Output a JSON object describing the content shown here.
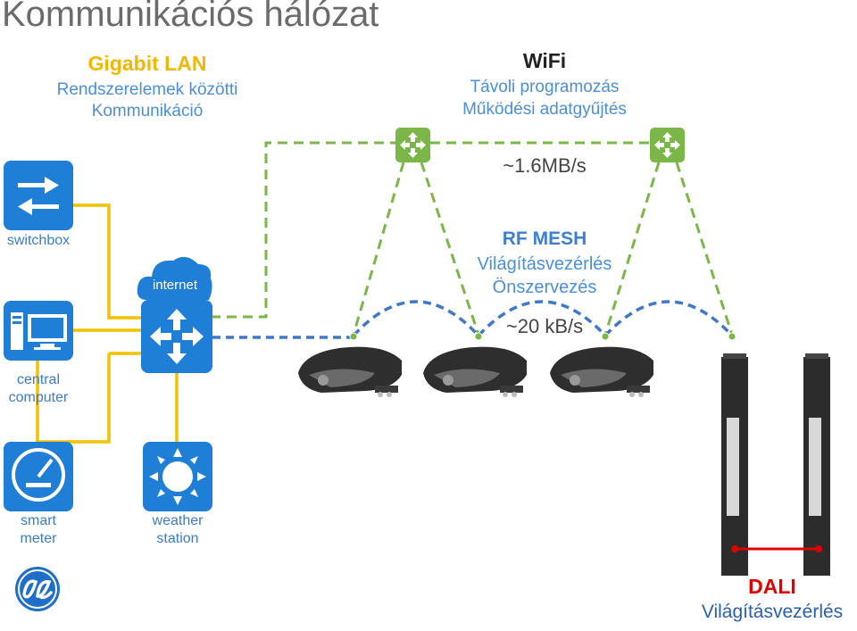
{
  "title": "Kommunikációs hálózat",
  "lan": {
    "title": "Gigabit LAN",
    "line1": "Rendszerelemek közötti",
    "line2": "Kommunikáció"
  },
  "wifi": {
    "title": "WiFi",
    "line1": "Távoli programozás",
    "line2": "Működési adatgyűjtés",
    "speed": "~1.6MB/s"
  },
  "rf_mesh": {
    "title": "RF MESH",
    "line1": "Világításvezérlés",
    "line2": "Önszervezés",
    "speed": "~20 kB/s"
  },
  "devices": {
    "switchbox": "switchbox",
    "central_computer_line1": "central",
    "central_computer_line2": "computer",
    "internet": "internet",
    "smart_meter_line1": "smart",
    "smart_meter_line2": "meter",
    "weather_station_line1": "weather",
    "weather_station_line2": "station"
  },
  "dali": {
    "title": "DALI",
    "subtitle": "Világításvezérlés"
  },
  "colors": {
    "lan_line": "#f2c200",
    "wifi_link": "#7ab648",
    "mesh_link": "#3f78c8",
    "tile_blue": "#1f7ed6",
    "dali_red": "#e00000"
  },
  "icons": [
    "switchbox-icon",
    "computer-icon",
    "internet-router-icon",
    "smart-meter-icon",
    "weather-station-icon",
    "wifi-access-point-icon",
    "street-lamp-icon",
    "bollard-light-icon",
    "ge-logo-icon"
  ]
}
